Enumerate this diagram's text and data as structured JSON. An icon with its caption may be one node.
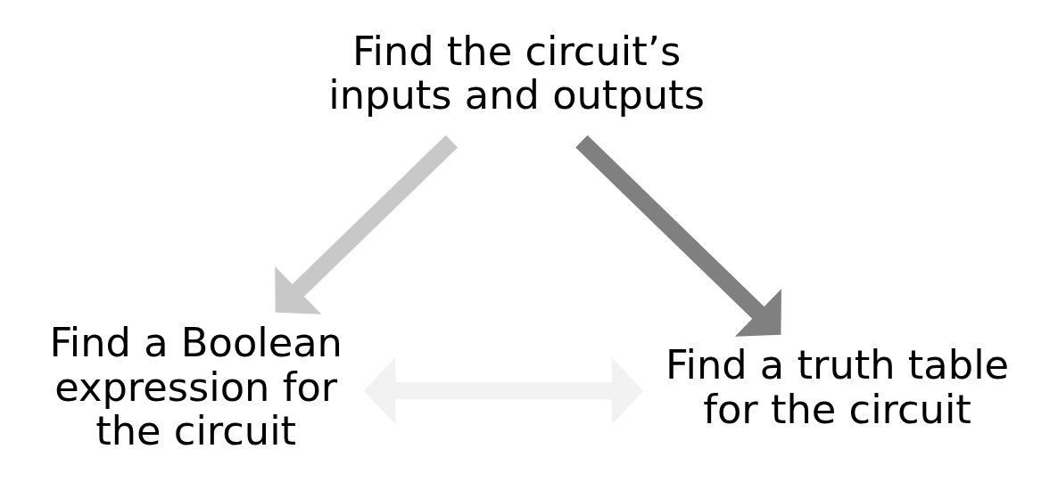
{
  "diagram": {
    "nodes": [
      {
        "text": [
          "Find the circuit’s inputs and outputs"
        ]
      },
      {
        "text": [
          "Find a Boolean expression for the circuit"
        ]
      },
      {
        "text": [
          "Find a truth table for the circuit"
        ]
      }
    ],
    "edges": [
      {
        "from": 0,
        "to": 1,
        "arrow": "to",
        "color": "#c8c8c8"
      },
      {
        "from": 0,
        "to": 2,
        "arrow": "to",
        "color": "#808080"
      },
      {
        "from": 1,
        "to": 2,
        "arrow": "both",
        "color": "#f2f2f2"
      }
    ]
  }
}
